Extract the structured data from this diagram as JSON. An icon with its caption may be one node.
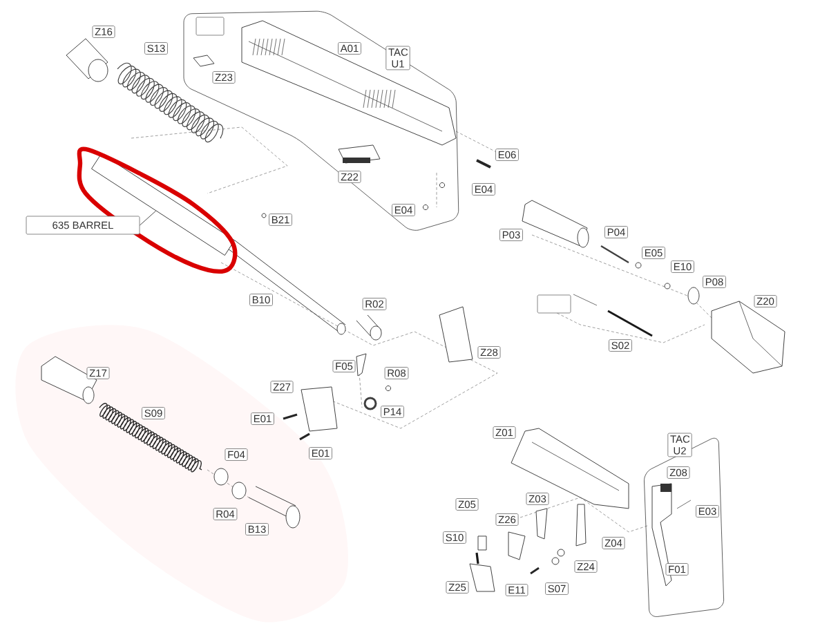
{
  "diagram": {
    "nodes": [
      {
        "text": [
          "TAC U1"
        ]
      },
      {
        "text": [
          "TAC U2"
        ]
      },
      {
        "text": [
          "635 BARREL"
        ]
      },
      {
        "text": [],
        "shape": "picture"
      }
    ],
    "edges": [
      {
        "from": 2,
        "to": 3,
        "arrow": "none"
      }
    ],
    "labels": [
      "Z16",
      "S13",
      "Z23",
      "A01",
      "E06",
      "Z22",
      "E04",
      "E04",
      "B21",
      "P03",
      "P04",
      "E05",
      "B10",
      "E10",
      "P08",
      "R02",
      "Z20",
      "Z28",
      "S02",
      "Z17",
      "F05",
      "R08",
      "Z27",
      "S09",
      "P14",
      "E01",
      "E01",
      "Z01",
      "F04",
      "Z08",
      "Z05",
      "Z03",
      "R04",
      "B13",
      "Z26",
      "E03",
      "S10",
      "Z04",
      "Z24",
      "F01",
      "Z25",
      "E11",
      "S07"
    ]
  }
}
